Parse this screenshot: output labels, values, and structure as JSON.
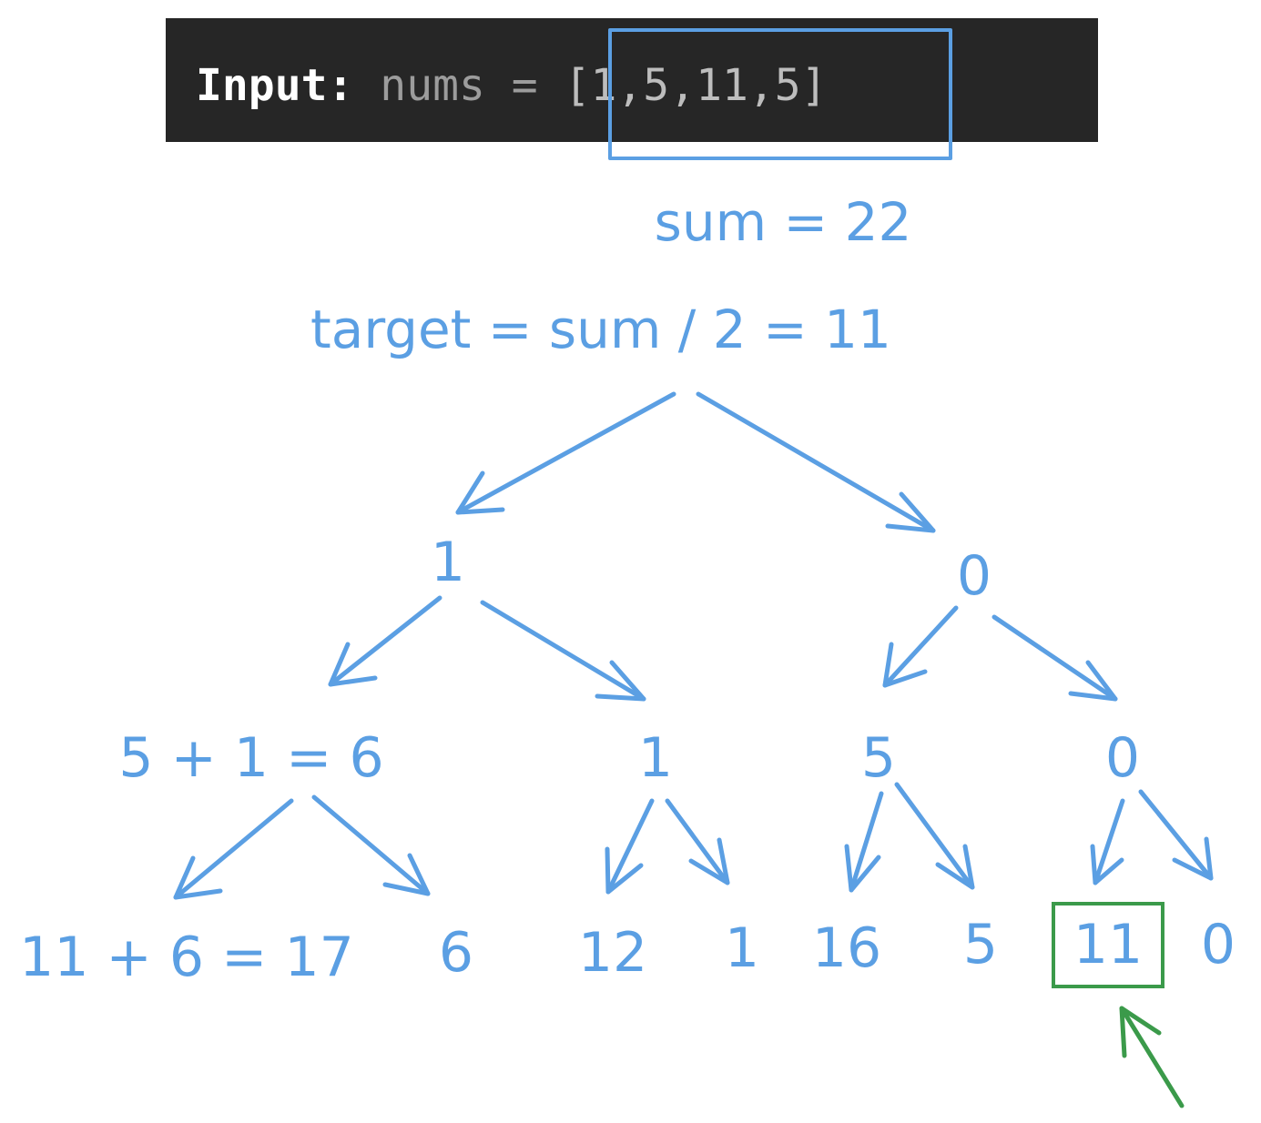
{
  "header": {
    "keyword": "Input:",
    "variable": "nums =",
    "array": "[1,5,11,5]"
  },
  "annotations": {
    "sum": "sum = 22",
    "target": "target = sum / 2 = 11"
  },
  "tree": {
    "level1": [
      "1",
      "0"
    ],
    "level2": [
      "5 + 1 = 6",
      "1",
      "5",
      "0"
    ],
    "level3": [
      "11 + 6 = 17",
      "6",
      "12",
      "1",
      "16",
      "5",
      "11",
      "0"
    ],
    "highlighted_leaf": "11"
  },
  "colors": {
    "ink": "#5b9fe3",
    "highlight": "#3b9a4a",
    "code_background": "#262626"
  }
}
